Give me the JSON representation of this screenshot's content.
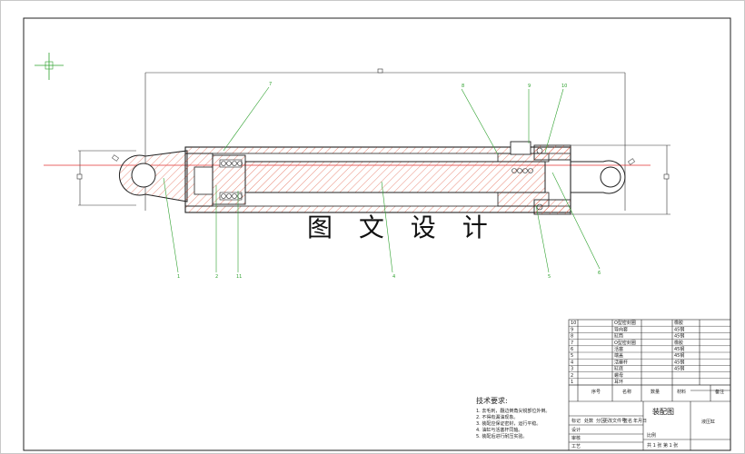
{
  "watermark": "图 文 设 计",
  "notes": {
    "title": "技术要求:",
    "lines": [
      "1. 去毛刺，翻边倒角尖锐部位外倒。",
      "2. 不得有漏油现象。",
      "3. 装配应保证密封，运行平稳。",
      "4. 油缸与活塞杆同轴。",
      "5. 装配后进行耐压实验。"
    ]
  },
  "leaders": [
    "7",
    "8",
    "9",
    "10",
    "1",
    "2",
    "11",
    "4",
    "5",
    "6"
  ],
  "parts_list": [
    {
      "no": "10",
      "name": "O型密封圈",
      "std": "橡胶"
    },
    {
      "no": "9",
      "name": "导向套",
      "std": "45钢"
    },
    {
      "no": "8",
      "name": "缸筒",
      "std": "45钢"
    },
    {
      "no": "7",
      "name": "O型密封圈",
      "std": "橡胶"
    },
    {
      "no": "6",
      "name": "活塞",
      "std": "45钢"
    },
    {
      "no": "5",
      "name": "端盖",
      "std": "45钢"
    },
    {
      "no": "4",
      "name": "活塞杆",
      "std": "45钢"
    },
    {
      "no": "3",
      "name": "缸底",
      "std": "45钢"
    },
    {
      "no": "2",
      "name": "螺母",
      "std": ""
    },
    {
      "no": "1",
      "name": "耳环",
      "std": ""
    }
  ],
  "header_row": {
    "c1": "序号",
    "c2": "名称",
    "c3": "数量",
    "c4": "材料",
    "c5": "备注"
  },
  "title_block": {
    "drawing_name": "装配图",
    "company": "液压缸",
    "row_labels": [
      "标记",
      "处数",
      "分区",
      "更改文件号",
      "签名",
      "年月日"
    ],
    "design": "设计",
    "approve": "审核",
    "scale_label": "比例",
    "sheet": "共 1 张  第 1 张",
    "process": "工艺"
  }
}
